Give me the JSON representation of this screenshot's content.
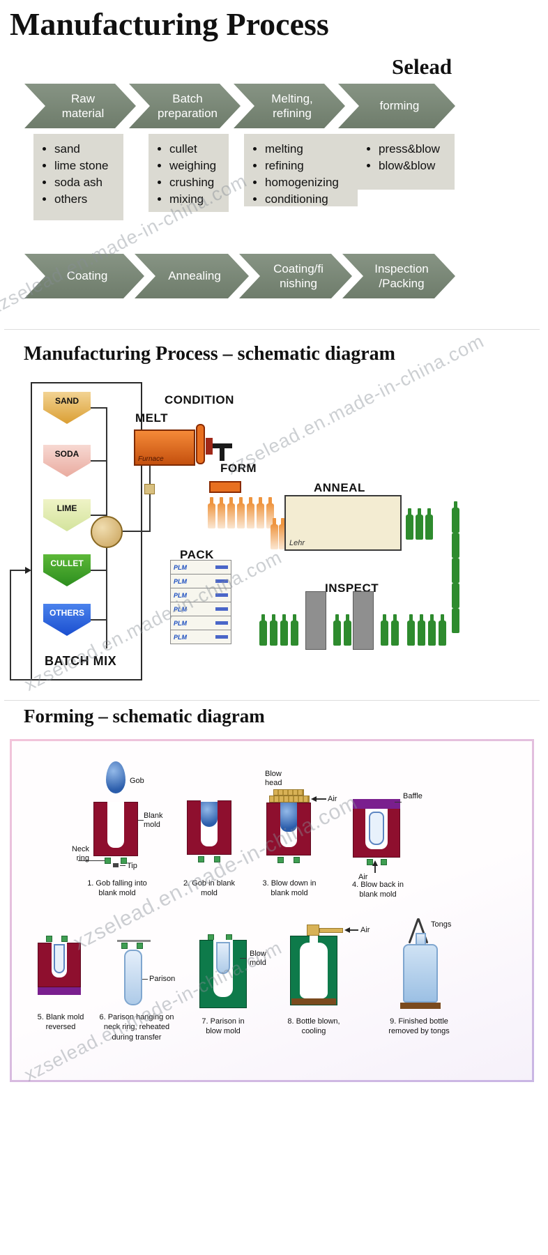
{
  "watermark": {
    "text": "xzselead.en.made-in-china.com"
  },
  "header": {
    "title": "Manufacturing Process",
    "brand": "Selead"
  },
  "flow": {
    "row1": [
      {
        "label": "Raw material",
        "items": [
          "sand",
          "lime stone",
          "soda ash",
          "others"
        ]
      },
      {
        "label": "Batch preparation",
        "items": [
          "cullet",
          "weighing",
          "crushing",
          "mixing"
        ]
      },
      {
        "label": "Melting, refining",
        "items": [
          "melting",
          "refining",
          "homogenizing",
          "conditioning"
        ]
      },
      {
        "label": "forming",
        "items": [
          "press&blow",
          "blow&blow"
        ]
      }
    ],
    "row2": [
      {
        "label": "Coating"
      },
      {
        "label": "Annealing"
      },
      {
        "label": "Coating/fi nishing"
      },
      {
        "label": "Inspection /Packing"
      }
    ]
  },
  "schematic": {
    "heading": "Manufacturing Process – schematic diagram",
    "hoppers": [
      {
        "label": "SAND"
      },
      {
        "label": "SODA"
      },
      {
        "label": "LIME"
      },
      {
        "label": "CULLET"
      },
      {
        "label": "OTHERS"
      }
    ],
    "batch_mix": "BATCH MIX",
    "melt": "MELT",
    "condition": "CONDITION",
    "form": "FORM",
    "anneal": "ANNEAL",
    "pack": "PACK",
    "inspect": "INSPECT",
    "furnace": "Furnace",
    "lehr": "Lehr",
    "plm": "PLM"
  },
  "forming": {
    "heading": "Forming – schematic diagram",
    "labels": {
      "gob": "Gob",
      "blank_mold": "Blank mold",
      "neck_ring": "Neck ring",
      "tip": "Tip",
      "blow_head": "Blow head",
      "air": "Air",
      "baffle": "Baffle",
      "parison": "Parison",
      "blow_mold": "Blow mold",
      "tongs": "Tongs"
    },
    "captions": [
      "1. Gob falling into blank mold",
      "2. Gob in blank mold",
      "3. Blow down in blank mold",
      "4. Blow back in blank mold",
      "5. Blank mold reversed",
      "6. Parison hanging on neck ring, reheated during transfer",
      "7. Parison in blow mold",
      "8. Bottle blown, cooling",
      "9. Finished bottle removed by tongs"
    ]
  }
}
